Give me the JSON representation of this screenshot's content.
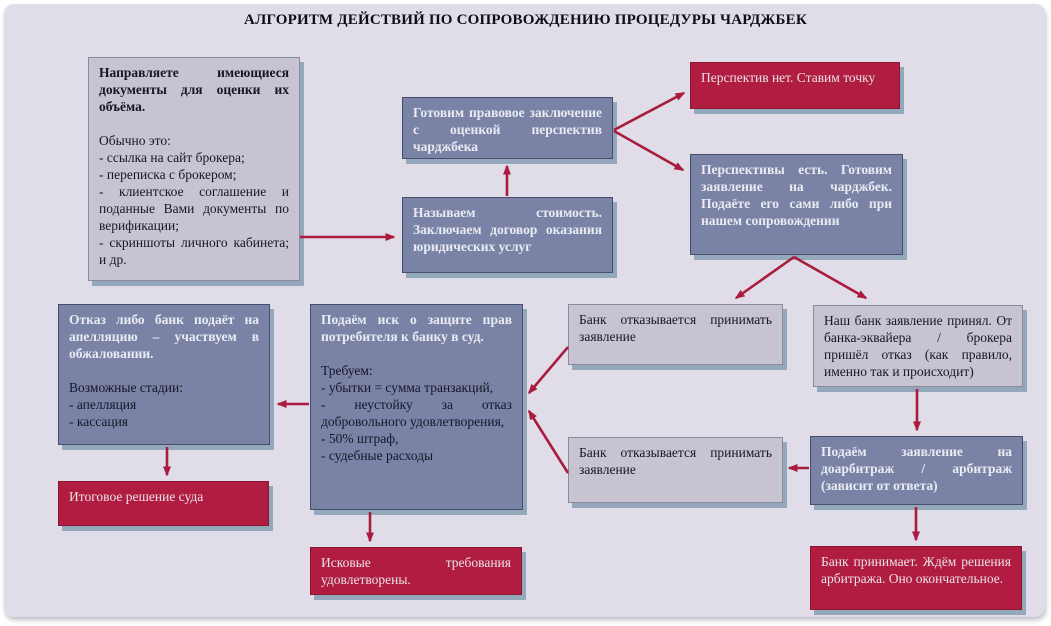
{
  "title": "АЛГОРИТМ ДЕЙСТВИЙ ПО СОПРОВОЖДЕНИЮ ПРОЦЕДУРЫ ЧАРДЖБЕК",
  "colors": {
    "background": "#e0dce8",
    "box_blue": "#7a83a5",
    "box_light": "#c7c3d1",
    "box_crimson": "#b01d40",
    "arrow": "#a91c3e"
  },
  "boxes": {
    "documents": {
      "heading": "Направляете имеющиеся документы для оценки их объёма.",
      "lines": [
        "Обычно это:",
        "- ссылка на сайт брокера;",
        "- переписка с брокером;",
        "- клиентское соглашение и поданные Вами документы по верификации;",
        "- скриншоты личного кабинета; и др."
      ]
    },
    "legal_opinion": {
      "text": "Готовим правовое заключение с оценкой перспектив чарджбека"
    },
    "contract": {
      "text": "Называем стоимость. Заключаем договор оказания юридических услуг"
    },
    "no_prospects": {
      "text": "Перспектив нет. Ставим точку"
    },
    "prospects": {
      "text": "Перспективы есть. Готовим заявление на чарджбек. Подаёте его сами либо при нашем сопровождении"
    },
    "bank_refuses_top": {
      "text": "Банк отказывается принимать заявление"
    },
    "bank_accepted": {
      "text": "Наш банк заявление принял. От банка-эквайера / брокера пришёл отказ (как правило, именно так и происходит)"
    },
    "arbitration": {
      "text": "Подаём заявление на доарбитраж / арбитраж (зависит от ответа)"
    },
    "arbitration_final": {
      "text": "Банк принимает. Ждём решения арбитража. Оно окончательное."
    },
    "bank_refuses_bottom": {
      "text": "Банк отказывается принимать заявление"
    },
    "lawsuit": {
      "heading": "Подаём иск о защите прав потребителя к банку в суд.",
      "lines": [
        "Требуем:",
        "- убытки = сумма транзакций,",
        "- неустойку за отказ добровольного удовлетворения,",
        "- 50% штраф,",
        "- судебные расходы"
      ]
    },
    "appeal": {
      "heading": "Отказ либо банк подаёт на апелляцию – участвуем в обжаловании.",
      "lines": [
        "Возможные стадии:",
        "- апелляция",
        "- кассация"
      ]
    },
    "final_court": {
      "text": "Итоговое решение суда"
    },
    "claims_satisfied": {
      "text": "Исковые требования удовлетворены."
    }
  }
}
